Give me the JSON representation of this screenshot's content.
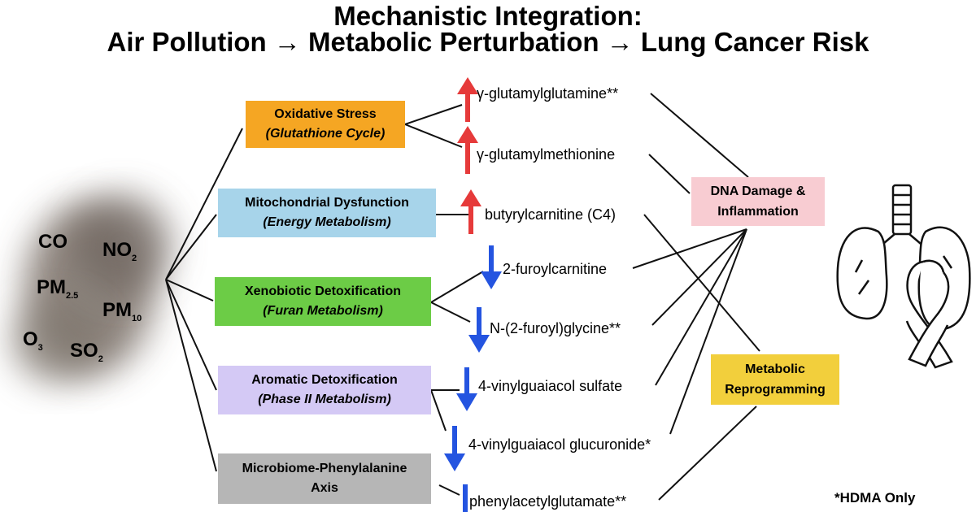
{
  "title": {
    "line1": "Mechanistic Integration:",
    "line2": "Air Pollution → Metabolic Perturbation → Lung Cancer Risk"
  },
  "pollutants": [
    {
      "base": "CO",
      "sub": ""
    },
    {
      "base": "NO",
      "sub": "2"
    },
    {
      "base": "PM",
      "sub": "2.5"
    },
    {
      "base": "PM",
      "sub": "10"
    },
    {
      "base": "O",
      "sub": "3"
    },
    {
      "base": "SO",
      "sub": "2"
    }
  ],
  "pathways": [
    {
      "name": "Oxidative Stress",
      "sub": "(Glutathione Cycle)",
      "color": "#f5a623"
    },
    {
      "name": "Mitochondrial Dysfunction",
      "sub": "(Energy Metabolism)",
      "color": "#a7d4ea"
    },
    {
      "name": "Xenobiotic Detoxification",
      "sub": "(Furan Metabolism)",
      "color": "#6ccc46"
    },
    {
      "name": "Aromatic Detoxification",
      "sub": "(Phase II Metabolism)",
      "color": "#d4c9f5"
    },
    {
      "name": "Microbiome-Phenylalanine",
      "sub": "Axis",
      "color": "#b6b6b6"
    }
  ],
  "metabolites": [
    {
      "label": "γ-glutamylglutamine**",
      "direction": "up"
    },
    {
      "label": "γ-glutamylmethionine",
      "direction": "up"
    },
    {
      "label": "butyrylcarnitine (C4)",
      "direction": "up"
    },
    {
      "label": "2-furoylcarnitine",
      "direction": "down"
    },
    {
      "label": "N-(2-furoyl)glycine**",
      "direction": "down"
    },
    {
      "label": "4-vinylguaiacol sulfate",
      "direction": "down"
    },
    {
      "label": "4-vinylguaiacol glucuronide*",
      "direction": "down"
    },
    {
      "label": "phenylacetylglutamate**",
      "direction": "down"
    }
  ],
  "outcomes": [
    {
      "line1": "DNA Damage &",
      "line2": "Inflammation",
      "color": "#f8ccd2"
    },
    {
      "line1": "Metabolic",
      "line2": "Reprogramming",
      "color": "#f2cf3c"
    }
  ],
  "footnote": "*HDMA Only",
  "colors": {
    "up_arrow": "#e63a3a",
    "down_arrow": "#2454e0",
    "line": "#111111"
  },
  "icons": {
    "cloud": "pollution-cloud-icon",
    "lungs": "lungs-ribbon-icon"
  }
}
